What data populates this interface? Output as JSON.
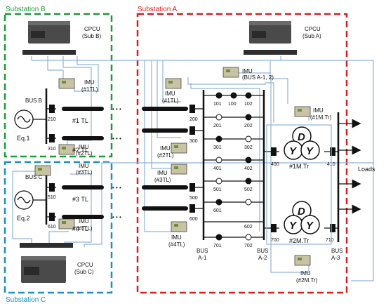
{
  "substations": {
    "b": "Substation B",
    "a": "Substation A",
    "c": "Substation C"
  },
  "cpcu": {
    "b_line1": "CPCU",
    "b_line2": "(Sub B)",
    "a_line1": "CPCU",
    "a_line2": "(Sub A)",
    "c_line1": "CPCU",
    "c_line2": "(Sub C)"
  },
  "imu": {
    "tl1_b_1": "IMU",
    "tl1_b_2": "(#1TL)",
    "tl2_b_1": "IMU",
    "tl2_b_2": "(#2TL)",
    "tl3_c_1": "IMU",
    "tl3_c_2": "(#3TL)",
    "tl4_c_1": "IMU",
    "tl4_c_2": "(#4TL)",
    "bus_a_1": "IMU",
    "bus_a_2": "(BUS A-1, 2)",
    "tl1_a_1": "IMU",
    "tl1_a_2": "(#1TL)",
    "tl2_a_1": "IMU",
    "tl2_a_2": "(#2TL)",
    "tl3_a_1": "IMU",
    "tl3_a_2": "(#3TL)",
    "tl4_a_1": "IMU",
    "tl4_a_2": "(#4TL)",
    "m1_1": "IMU",
    "m1_2": "(#1M.Tr)",
    "m2_1": "IMU",
    "m2_2": "(#2M.Tr)"
  },
  "buses": {
    "bus_b": "BUS B",
    "bus_c": "BUS C",
    "a1_1": "BUS",
    "a1_2": "A-1",
    "a2_1": "BUS",
    "a2_2": "A-2",
    "a3_1": "BUS",
    "a3_2": "A-3"
  },
  "generators": {
    "eq1": "Eq.1",
    "eq2": "Eq.2"
  },
  "lines": {
    "tl1": "#1 TL",
    "tl2": "#2 TL",
    "tl3": "#3 TL",
    "tl4": "#4 TL"
  },
  "ellipsis": "• • •",
  "breakers": {
    "b210": "210",
    "b310": "310",
    "b510": "510",
    "b610": "610",
    "b101": "101",
    "b100": "100",
    "b102": "102",
    "b200": "200",
    "b201": "201",
    "b202": "202",
    "b300": "300",
    "b301": "301",
    "b302": "302",
    "b401": "401",
    "b402": "402",
    "b400": "400",
    "b410": "410",
    "b500": "500",
    "b501": "501",
    "b502": "502",
    "b600": "600",
    "b601": "601",
    "b602": "602",
    "b701": "701",
    "b702": "702",
    "b700": "700",
    "b710": "710"
  },
  "transformers": {
    "m1": "#1M.Tr",
    "m2": "#2M.Tr",
    "d": "D",
    "y": "Y"
  },
  "loads": "Loads",
  "colors": {
    "sub_b": "#1a9a3a",
    "sub_a": "#d32020",
    "sub_c": "#1a8fc0",
    "comm": "#8fb4d8",
    "line": "#111111"
  }
}
